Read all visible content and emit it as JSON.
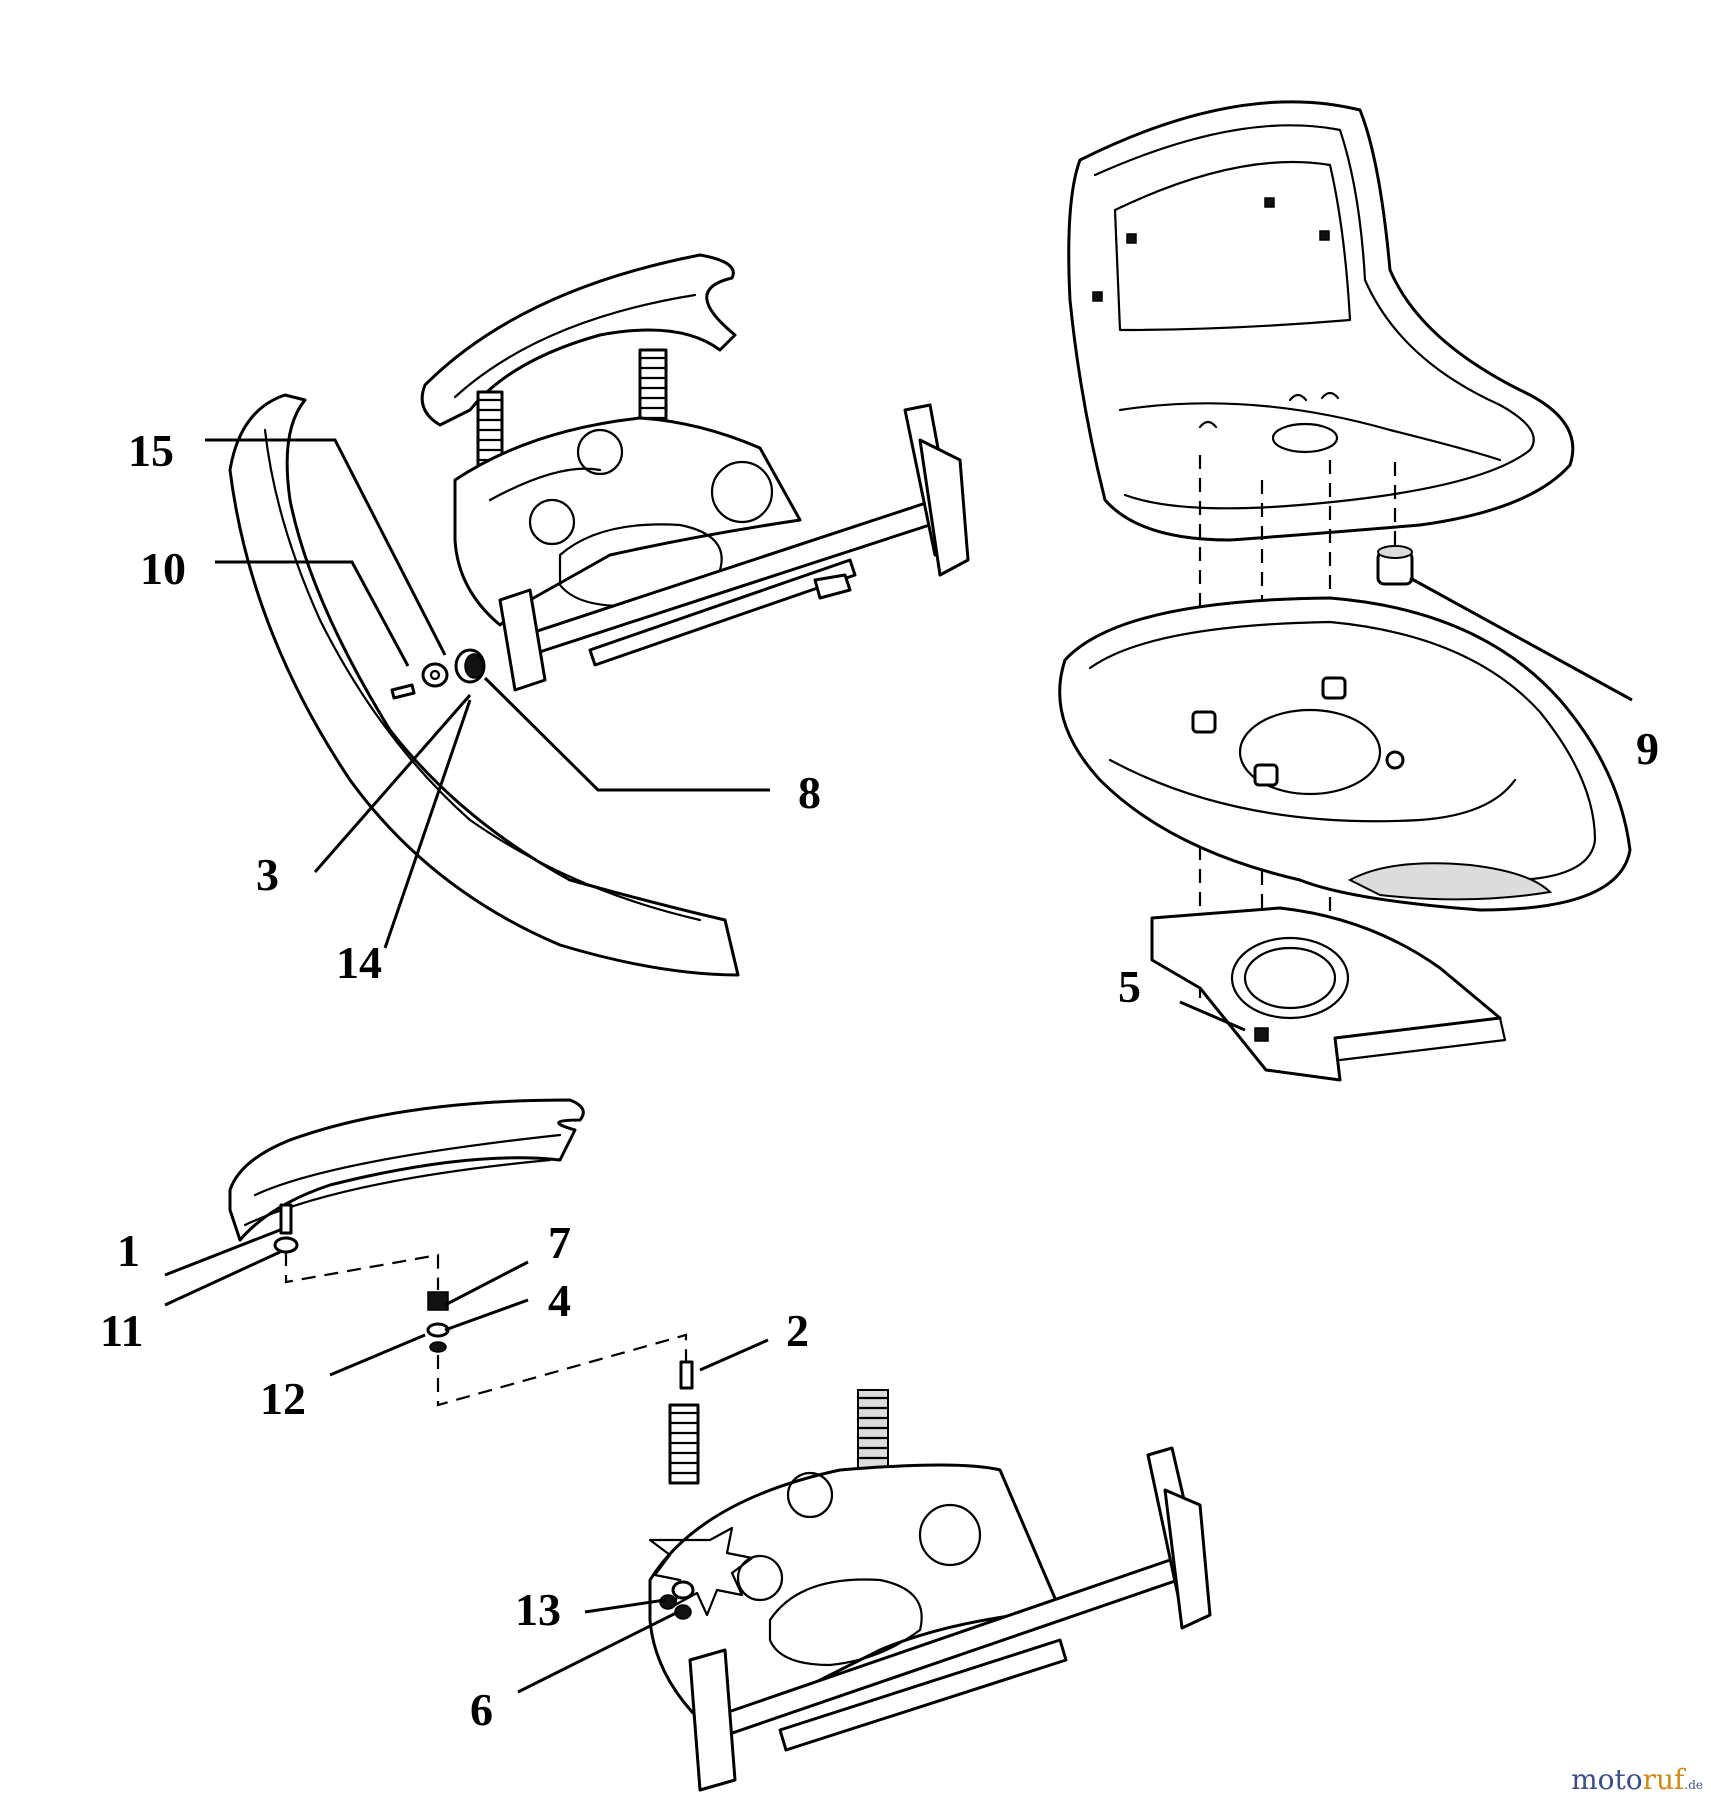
{
  "diagram": {
    "callouts": {
      "c1": "1",
      "c2": "2",
      "c3": "3",
      "c4": "4",
      "c5": "5",
      "c6": "6",
      "c7": "7",
      "c8": "8",
      "c9": "9",
      "c10": "10",
      "c11": "11",
      "c12": "12",
      "c13": "13",
      "c14": "14",
      "c15": "15"
    }
  },
  "watermark": {
    "part1": "moto",
    "part2": "ruf",
    "part3": ".de"
  },
  "colors": {
    "line": "#000000",
    "background": "#ffffff",
    "watermark_blue": "#3d4f86",
    "watermark_orange": "#d08a1a"
  }
}
